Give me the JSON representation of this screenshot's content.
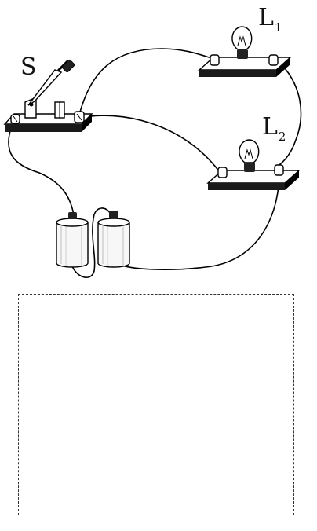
{
  "labels": {
    "switch": "S",
    "lamp1": {
      "letter": "L",
      "subscript": "1"
    },
    "lamp2": {
      "letter": "L",
      "subscript": "2"
    }
  },
  "colors": {
    "ink": "#111111",
    "wire": "#000000",
    "base_top": "#ffffff",
    "base_side": "#1a1a1a",
    "battery_fill": "#f7f7f7",
    "battery_cap": "#222222"
  }
}
